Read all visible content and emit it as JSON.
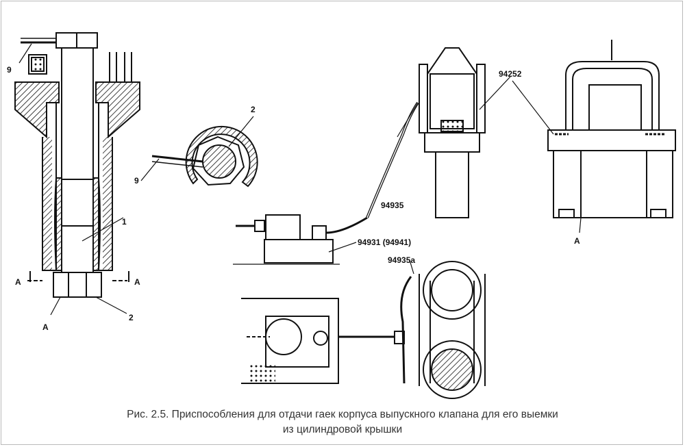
{
  "labels": {
    "nine_top": "9",
    "nine_mid": "9",
    "two_mid": "2",
    "two_bottom": "2",
    "one": "1",
    "a_left": "A",
    "a_right": "A",
    "a_bottom": "A",
    "a_right_assembly": "A",
    "p94252": "94252",
    "p94935": "94935",
    "p94931": "94931 (94941)",
    "p94935a": "94935a"
  },
  "caption": {
    "line1": "Рис. 2.5. Приспособления для отдачи гаек корпуса выпускного клапана для его выемки",
    "line2": "из цилиндровой крышки"
  },
  "colors": {
    "ink": "#111111",
    "caption": "#333333",
    "frame": "#b9b9b9"
  }
}
